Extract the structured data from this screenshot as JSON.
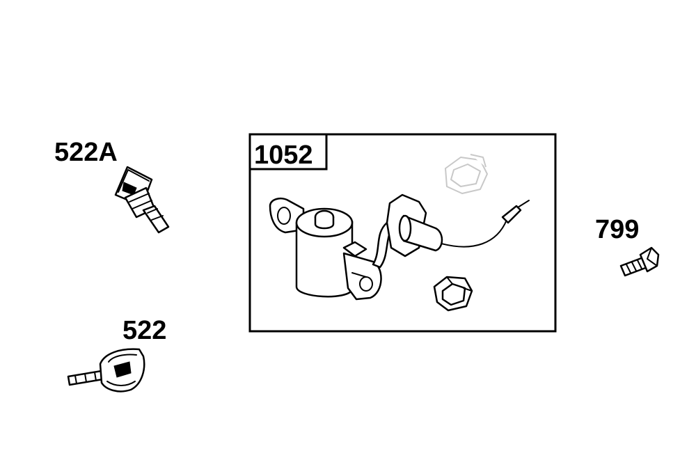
{
  "callouts": {
    "part_522a": "522A",
    "part_522": "522",
    "part_1052": "1052",
    "part_799": "799"
  },
  "colors": {
    "line": "#000000",
    "background": "#ffffff",
    "ghost_part": "#c8c8c8"
  }
}
